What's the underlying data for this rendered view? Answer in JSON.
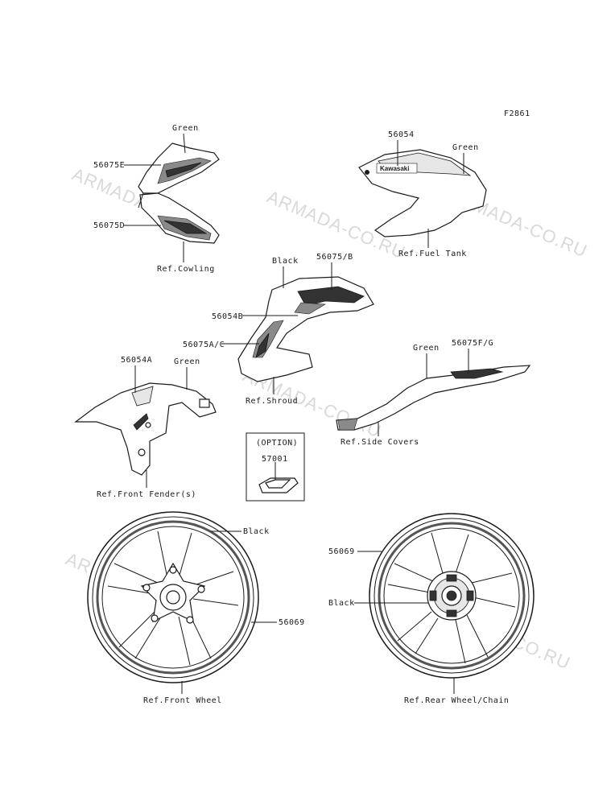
{
  "figure_code": "F2861",
  "watermarks": [
    "ARMADA-CO.RU",
    "ARMADA-CO.RU",
    "ARMADA-CO.RU",
    "ARMADA-CO.RU",
    "ARMADA-CO.RU",
    "ARMADA-CO.RU"
  ],
  "labels": {
    "cowl_green": "Green",
    "p56075E": "56075E",
    "p56075D": "56075D",
    "ref_cowling": "Ref.Cowling",
    "p56054": "56054",
    "tank_green": "Green",
    "ref_fuel_tank": "Ref.Fuel Tank",
    "shroud_black": "Black",
    "p56075B": "56075/B",
    "p56054B": "56054B",
    "p56075AC": "56075A/C",
    "ref_shroud": "Ref.Shroud",
    "p56054A": "56054A",
    "fender_green": "Green",
    "ref_front_fender": "Ref.Front Fender(s)",
    "cover_green": "Green",
    "p56075FG": "56075F/G",
    "ref_side_covers": "Ref.Side Covers",
    "option": "(OPTION)",
    "p57001": "57001",
    "front_black": "Black",
    "p56069_front": "56069",
    "ref_front_wheel": "Ref.Front Wheel",
    "p56069_rear": "56069",
    "rear_black": "Black",
    "ref_rear_wheel": "Ref.Rear Wheel/Chain",
    "tank_brand": "Kawasaki"
  }
}
